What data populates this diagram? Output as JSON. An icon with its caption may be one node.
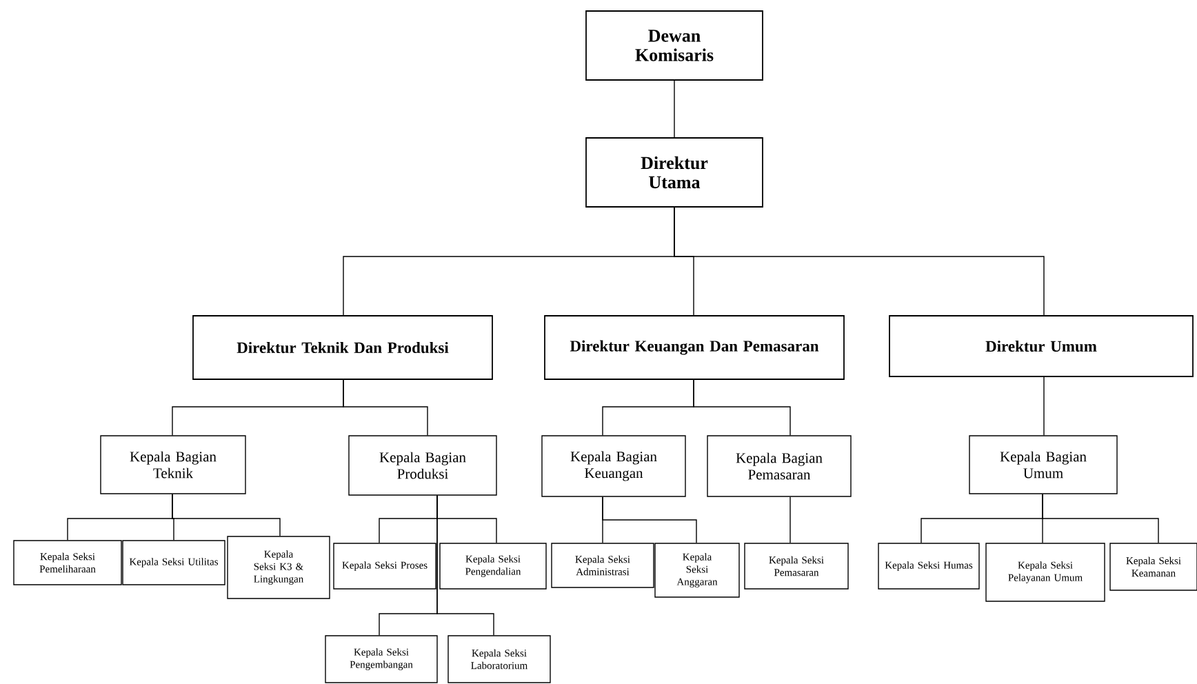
{
  "diagram": {
    "nodes": [
      {
        "text": [
          "Dewan Komisaris"
        ]
      },
      {
        "text": [
          "Direktur Utama"
        ]
      },
      {
        "text": [
          "Direktur Teknik Dan Produksi"
        ]
      },
      {
        "text": [
          "Direktur Keuangan Dan Pemasaran"
        ]
      },
      {
        "text": [
          "Direktur Umum"
        ]
      },
      {
        "text": [
          "Kepala Bagian Teknik"
        ]
      },
      {
        "text": [
          "Kepala Bagian Produksi"
        ]
      },
      {
        "text": [
          "Kepala Bagian Keuangan"
        ]
      },
      {
        "text": [
          "Kepala Bagian Pemasaran"
        ]
      },
      {
        "text": [
          "Kepala Bagian Umum"
        ]
      },
      {
        "text": [
          "Kepala Seksi Pemeliharaan"
        ]
      },
      {
        "text": [
          "Kepala Seksi Utilitas"
        ]
      },
      {
        "text": [
          "Kepala Seksi K3 & Lingkungan"
        ]
      },
      {
        "text": [
          "Kepala Seksi Proses"
        ]
      },
      {
        "text": [
          "Kepala Seksi Pengendalian"
        ]
      },
      {
        "text": [
          "Kepala Seksi Administrasi"
        ]
      },
      {
        "text": [
          "Kepala Seksi Anggaran"
        ]
      },
      {
        "text": [
          "Kepala Seksi Pemasaran"
        ]
      },
      {
        "text": [
          "Kepala Seksi Humas"
        ]
      },
      {
        "text": [
          "Kepala Seksi Pelayanan Umum"
        ]
      },
      {
        "text": [
          "Kepala Seksi Keamanan"
        ]
      },
      {
        "text": [
          "Kepala Seksi Pengembangan"
        ]
      },
      {
        "text": [
          "Kepala Seksi Laboratorium"
        ]
      }
    ],
    "edges": [
      {
        "from": 0,
        "to": 1,
        "arrow": "none"
      },
      {
        "from": 1,
        "to": 2,
        "arrow": "none"
      },
      {
        "from": 1,
        "to": 3,
        "arrow": "none"
      },
      {
        "from": 1,
        "to": 4,
        "arrow": "none"
      },
      {
        "from": 2,
        "to": 5,
        "arrow": "none"
      },
      {
        "from": 2,
        "to": 6,
        "arrow": "none"
      },
      {
        "from": 3,
        "to": 7,
        "arrow": "none"
      },
      {
        "from": 3,
        "to": 8,
        "arrow": "none"
      },
      {
        "from": 4,
        "to": 9,
        "arrow": "none"
      },
      {
        "from": 5,
        "to": 10,
        "arrow": "none"
      },
      {
        "from": 5,
        "to": 11,
        "arrow": "none"
      },
      {
        "from": 5,
        "to": 12,
        "arrow": "none"
      },
      {
        "from": 6,
        "to": 13,
        "arrow": "none"
      },
      {
        "from": 6,
        "to": 14,
        "arrow": "none"
      },
      {
        "from": 6,
        "to": 21,
        "arrow": "none"
      },
      {
        "from": 6,
        "to": 22,
        "arrow": "none"
      },
      {
        "from": 7,
        "to": 15,
        "arrow": "none"
      },
      {
        "from": 7,
        "to": 16,
        "arrow": "none"
      },
      {
        "from": 8,
        "to": 17,
        "arrow": "none"
      },
      {
        "from": 9,
        "to": 18,
        "arrow": "none"
      },
      {
        "from": 9,
        "to": 19,
        "arrow": "none"
      },
      {
        "from": 9,
        "to": 20,
        "arrow": "none"
      }
    ]
  }
}
